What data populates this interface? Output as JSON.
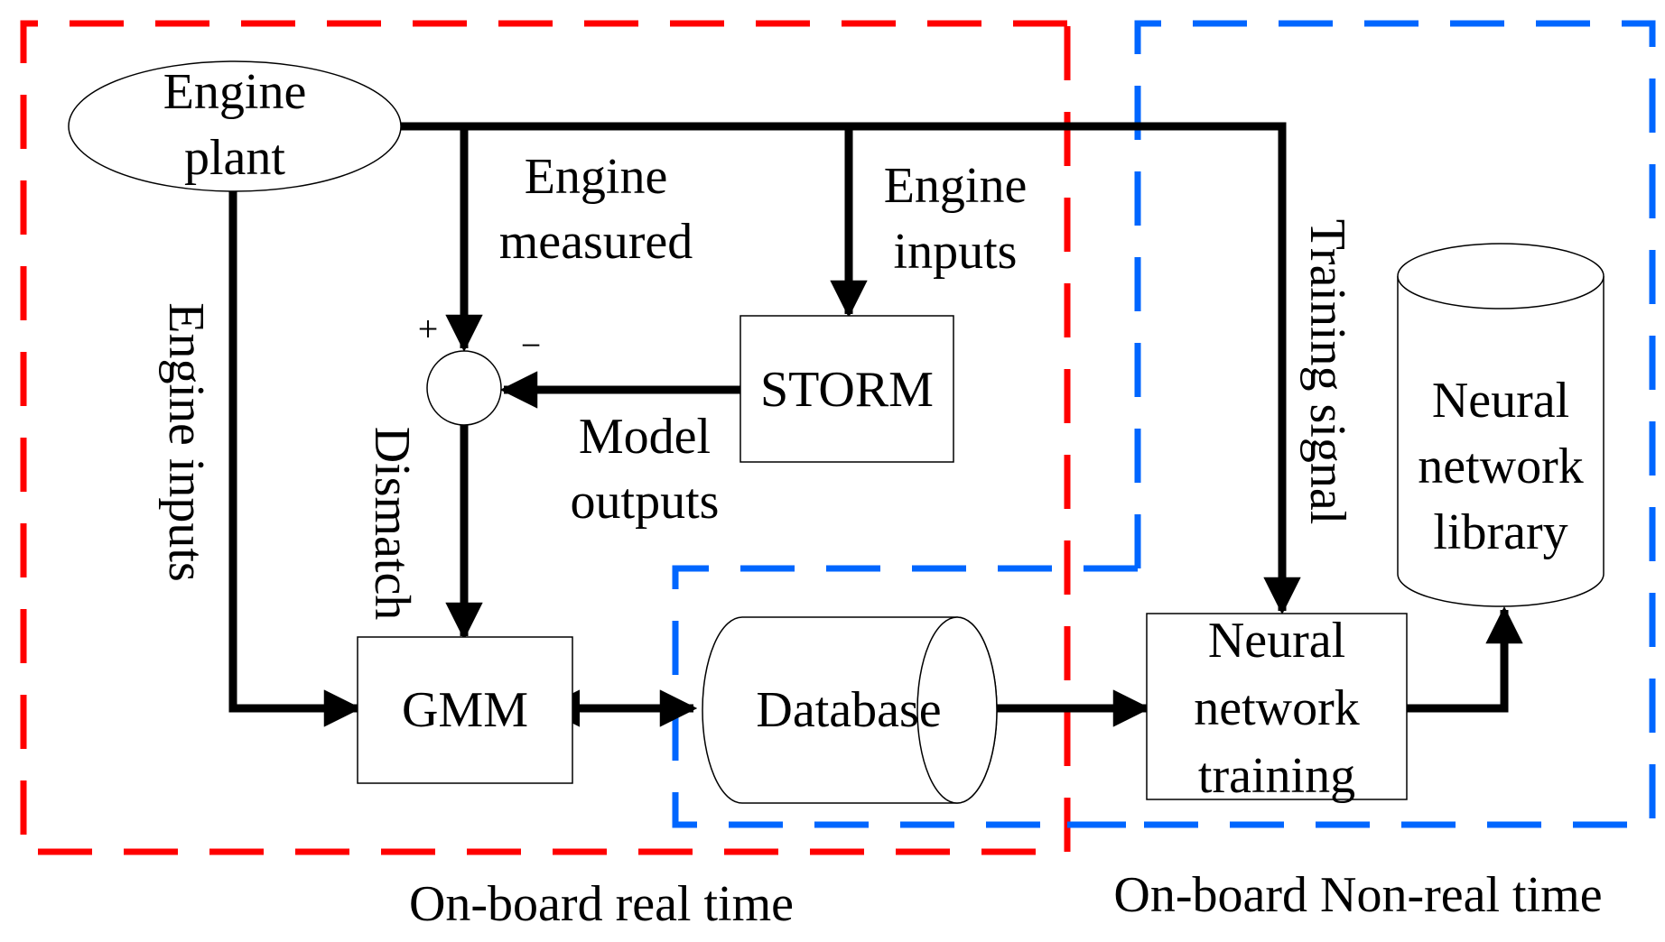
{
  "nodes": {
    "engine_plant": [
      "Engine",
      "plant"
    ],
    "storm": "STORM",
    "gmm": "GMM",
    "database": "Database",
    "nn_training": [
      "Neural",
      "network",
      "training"
    ],
    "nn_library": [
      "Neural",
      "network",
      "library"
    ],
    "sum_plus": "+",
    "sum_minus": "−"
  },
  "edge_labels": {
    "engine_measured": [
      "Engine",
      "measured"
    ],
    "engine_inputs_top": [
      "Engine",
      "inputs"
    ],
    "engine_inputs_side": "Engine inputs",
    "model_outputs": [
      "Model",
      "outputs"
    ],
    "dismatch": "Dismatch",
    "training_signal": "Training signal"
  },
  "regions": {
    "realtime": "On-board real time",
    "nonrealtime": "On-board Non-real time"
  },
  "colors": {
    "realtime_border": "#ff0000",
    "nonrealtime_border": "#0066ff"
  }
}
